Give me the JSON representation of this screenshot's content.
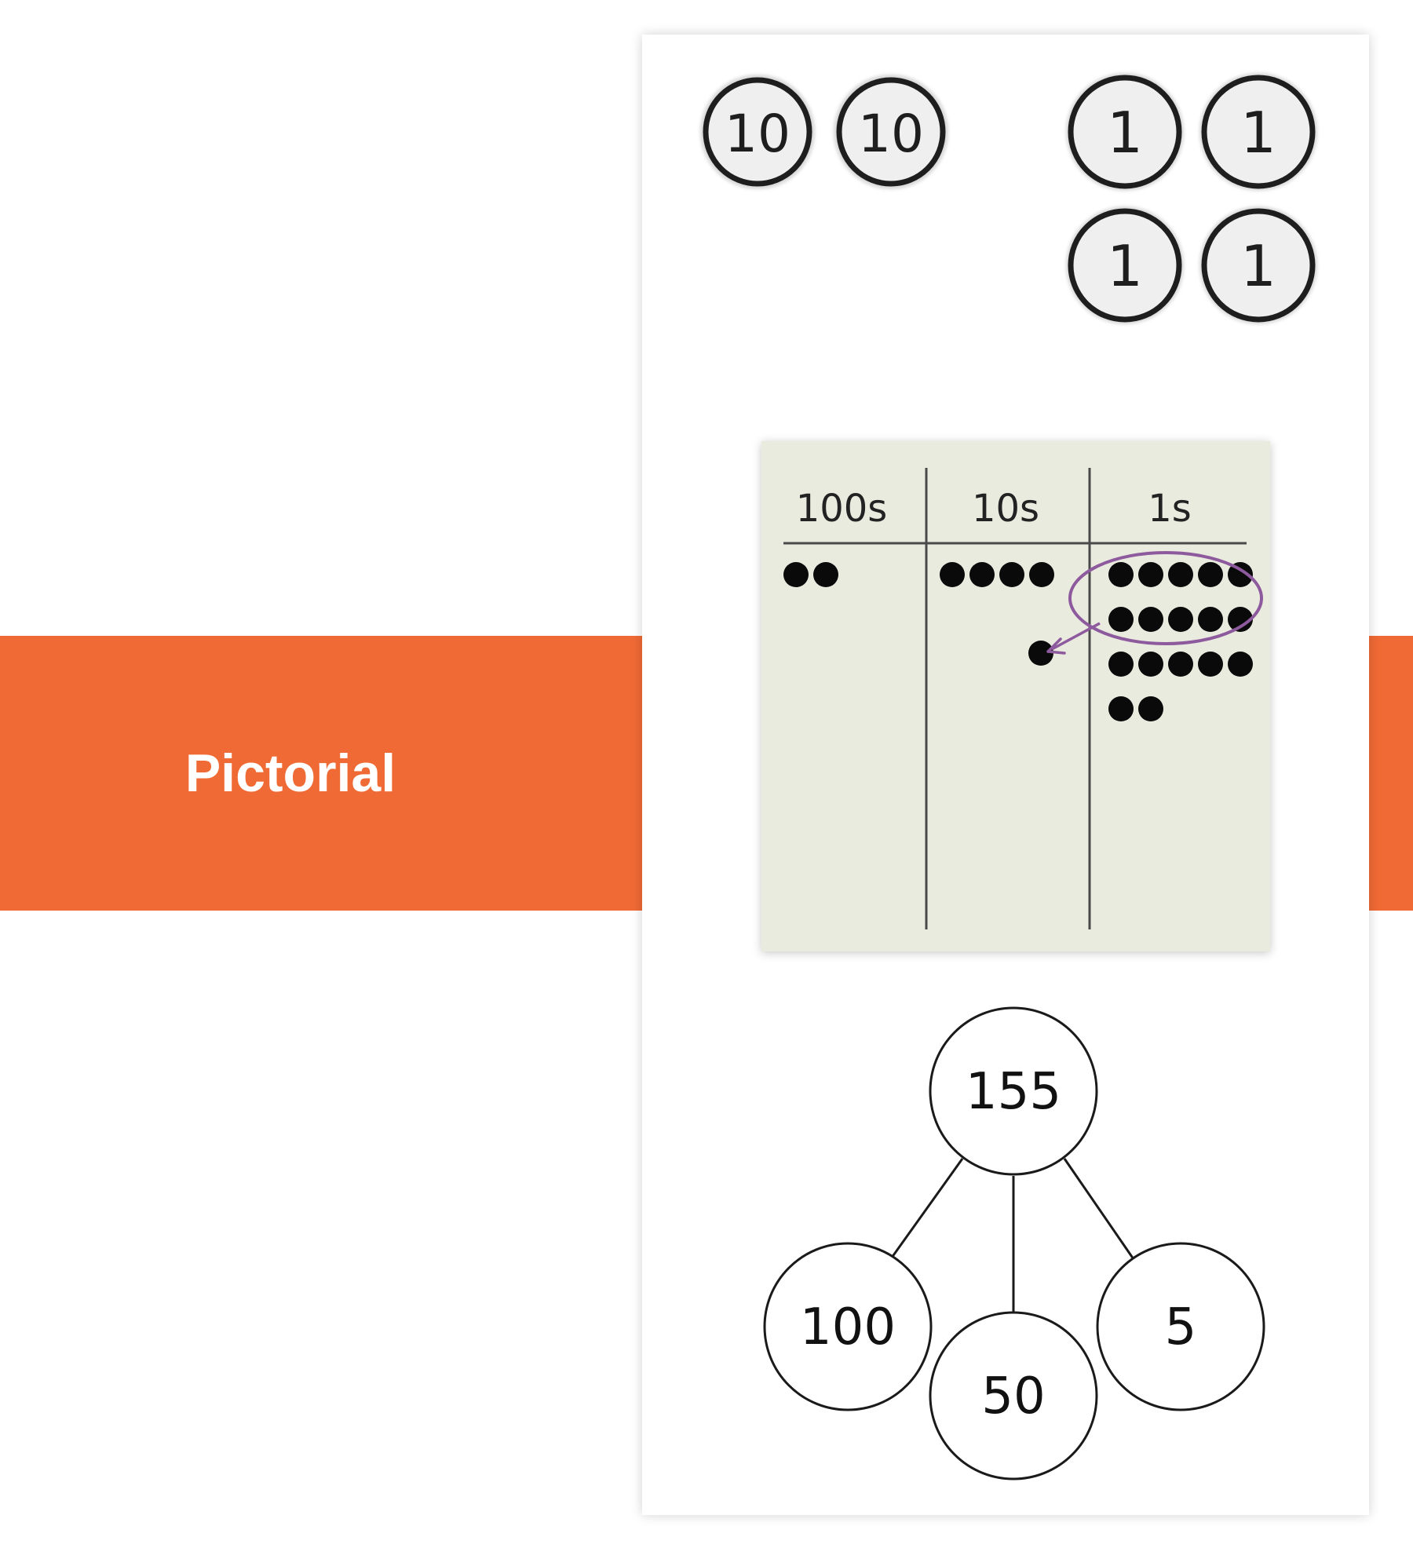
{
  "section_label": "Pictorial",
  "colors": {
    "band": "#f06a35",
    "panel_bg": "#eaebdf",
    "ring": "#8e5a9e"
  },
  "counters": {
    "tens": [
      "10",
      "10"
    ],
    "ones": [
      "1",
      "1",
      "1",
      "1"
    ]
  },
  "place_value_chart": {
    "headers": [
      "100s",
      "10s",
      "1s"
    ],
    "dots": {
      "hundreds": 2,
      "tens": 4,
      "tens_exchanged": 1,
      "ones": 17
    },
    "ones_rows": [
      5,
      5,
      5,
      2
    ],
    "ones_grouped": 10
  },
  "part_whole": {
    "whole": "155",
    "parts": [
      "100",
      "50",
      "5"
    ]
  }
}
